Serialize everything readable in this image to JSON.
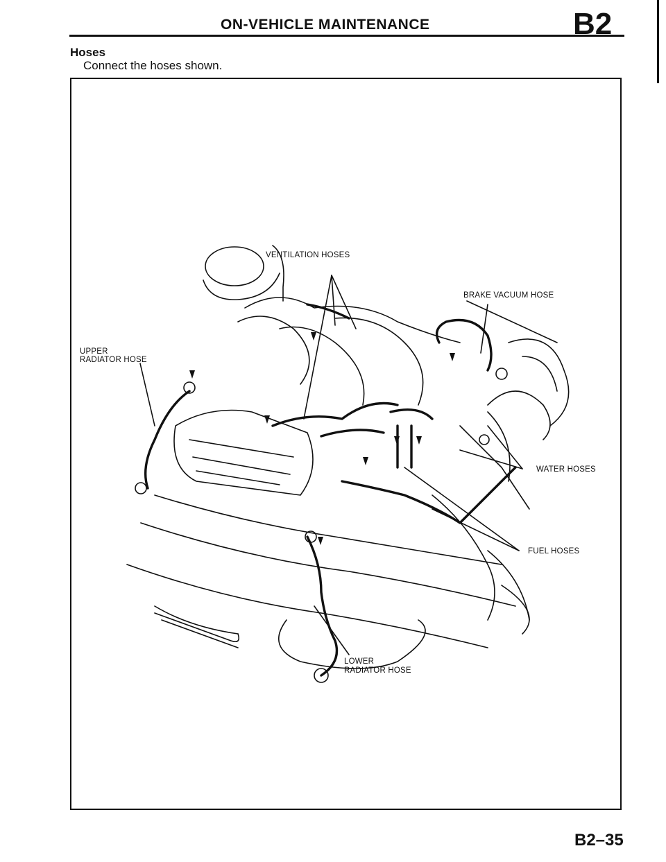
{
  "header": {
    "title": "ON-VEHICLE MAINTENANCE",
    "section_code": "B2"
  },
  "section": {
    "title": "Hoses",
    "description": "Connect the hoses shown."
  },
  "figure": {
    "labels": {
      "ventilation_hoses": "VENTILATION HOSES",
      "brake_vacuum_hose": "BRAKE VACUUM HOSE",
      "upper_radiator_hose_line1": "UPPER",
      "upper_radiator_hose_line2": "RADIATOR HOSE",
      "water_hoses": "WATER HOSES",
      "fuel_hoses": "FUEL HOSES",
      "lower_radiator_hose_line1": "LOWER",
      "lower_radiator_hose_line2": "RADIATOR HOSE"
    }
  },
  "footer": {
    "page_number": "B2–35"
  }
}
